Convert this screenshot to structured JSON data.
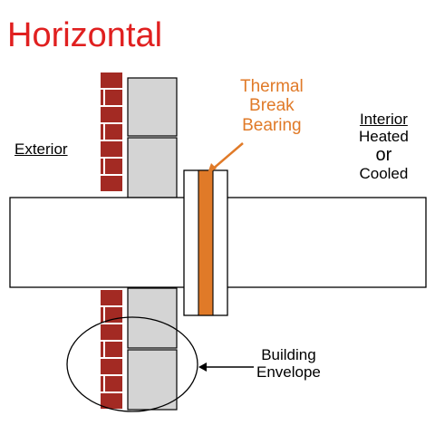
{
  "title": "Horizontal",
  "labels": {
    "exterior": "Exterior",
    "interior": "Interior",
    "interior_lines": [
      "Heated",
      "or",
      "Cooled"
    ],
    "thermal_break": [
      "Thermal",
      "Break",
      "Bearing"
    ],
    "building_envelope": [
      "Building",
      "Envelope"
    ]
  },
  "colors": {
    "title": "#e02020",
    "brick": "#a32a23",
    "block": "#d4d4d4",
    "thermal_break": "#e07a28",
    "outline": "#000000"
  }
}
